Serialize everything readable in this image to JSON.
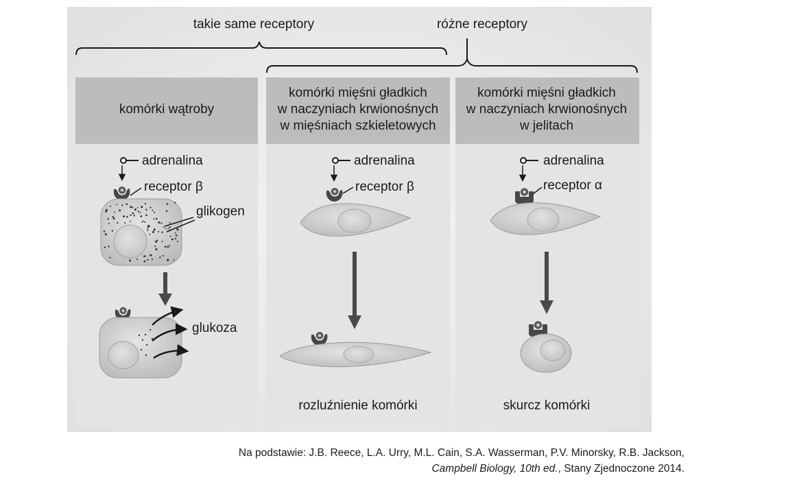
{
  "groups": {
    "same": "takie same receptory",
    "different": "różne receptory"
  },
  "panels": [
    {
      "title_lines": [
        "komórki wątroby"
      ],
      "adrenaline": "adrenalina",
      "receptor": "receptor β",
      "glycogen": "glikogen",
      "glucose": "glukoza"
    },
    {
      "title_lines": [
        "komórki mięśni gładkich",
        "w naczyniach krwionośnych",
        "w mięśniach szkieletowych"
      ],
      "adrenaline": "adrenalina",
      "receptor": "receptor β",
      "result": "rozluźnienie komórki"
    },
    {
      "title_lines": [
        "komórki mięśni gładkich",
        "w naczyniach krwionośnych",
        "w jelitach"
      ],
      "adrenaline": "adrenalina",
      "receptor": "receptor α",
      "result": "skurcz komórki"
    }
  ],
  "citation": {
    "line1": "Na podstawie: J.B. Reece, L.A. Urry, M.L. Cain, S.A. Wasserman, P.V. Minorsky, R.B. Jackson,",
    "book": "Campbell Biology, 10th ed.",
    "place": ", Stany Zjednoczone 2014."
  },
  "colors": {
    "panel_bg": "#e6e6e6",
    "header_bg": "#bdbdbd",
    "cell_fill": "#d2d2d2",
    "receptor": "#4a4a4a"
  }
}
